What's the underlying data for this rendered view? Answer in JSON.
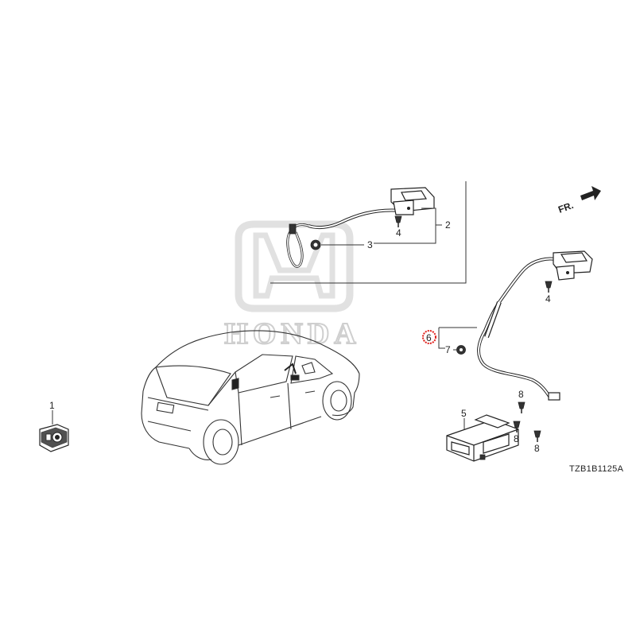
{
  "watermark": {
    "brand": "HONDA"
  },
  "direction": {
    "label": "FR."
  },
  "diagram_code": "TZB1B1125A",
  "callouts": {
    "c1": "1",
    "c2": "2",
    "c3": "3",
    "c4a": "4",
    "c4b": "4",
    "c5": "5",
    "c6": "6",
    "c7": "7",
    "c8a": "8",
    "c8b": "8",
    "c8c": "8"
  },
  "highlight_color": "#e0201b"
}
